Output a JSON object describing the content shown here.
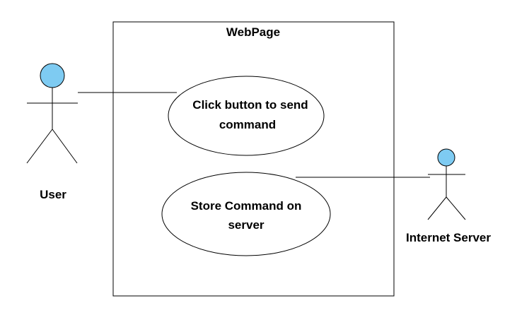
{
  "diagram": {
    "system": {
      "name": "WebPage"
    },
    "actors": [
      {
        "id": "user",
        "label": "User"
      },
      {
        "id": "internet-server",
        "label": "Internet Server"
      }
    ],
    "use_cases": [
      {
        "id": "click-button",
        "lines": [
          "Click button to send",
          "command"
        ]
      },
      {
        "id": "store-command",
        "lines": [
          "Store Command on",
          "server"
        ]
      }
    ],
    "associations": [
      {
        "from": "user",
        "to": "click-button"
      },
      {
        "from": "internet-server",
        "to": "store-command"
      }
    ]
  },
  "colors": {
    "actor_head_fill": "#7ecbf2",
    "stroke": "#000000",
    "background": "#ffffff"
  }
}
